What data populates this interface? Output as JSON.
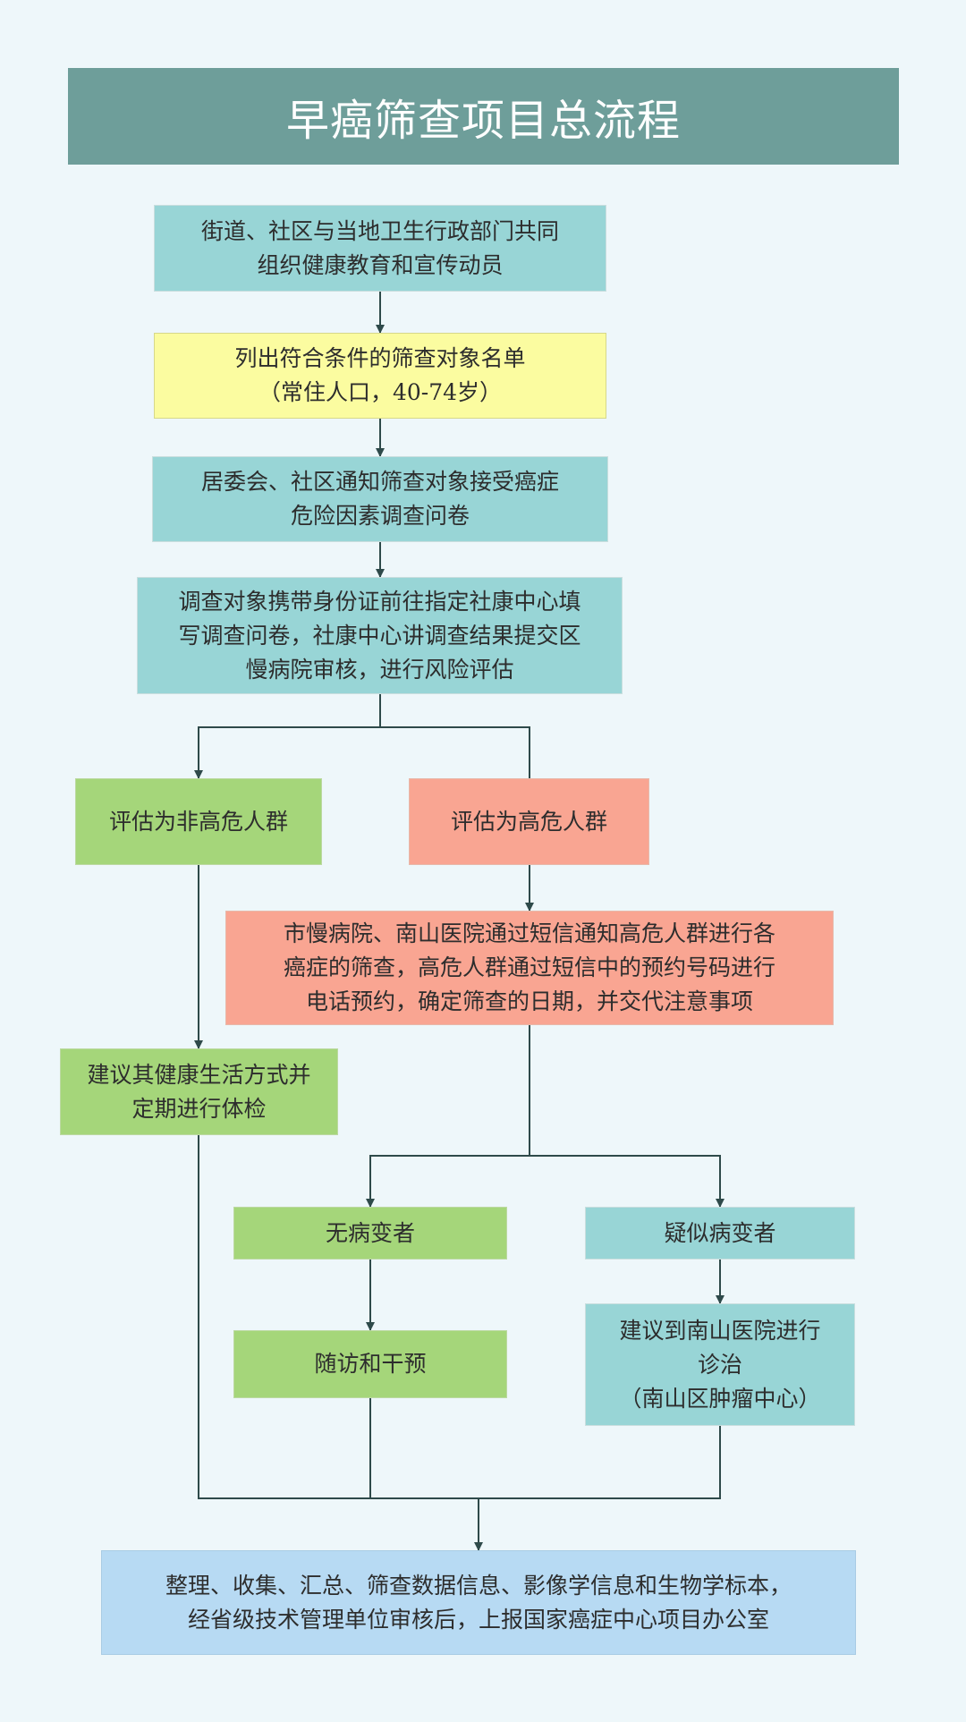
{
  "title": "早癌筛查项目总流程",
  "colors": {
    "background": "#eef7fa",
    "title_bar": "#6e9e9a",
    "teal": "#98d5d6",
    "yellow": "#fbfca0",
    "green": "#a5d67a",
    "salmon": "#f9a592",
    "blue": "#b7daf3",
    "connector": "#2e4a4a"
  },
  "nodes": {
    "step1": "街道、社区与当地卫生行政部门共同\n组织健康教育和宣传动员",
    "step2": "列出符合条件的筛查对象名单\n（常住人口，40-74岁）",
    "step3": "居委会、社区通知筛查对象接受癌症\n危险因素调查问卷",
    "step4": "调查对象携带身份证前往指定社康中心填\n写调查问卷，社康中心讲调查结果提交区\n慢病院审核，进行风险评估",
    "low_risk": "评估为非高危人群",
    "high_risk": "评估为高危人群",
    "high_risk_notice": "市慢病院、南山医院通过短信通知高危人群进行各\n癌症的筛查，高危人群通过短信中的预约号码进行\n电话预约，确定筛查的日期，并交代注意事项",
    "low_risk_advice": "建议其健康生活方式并\n定期进行体检",
    "no_lesion": "无病变者",
    "suspected_lesion": "疑似病变者",
    "follow_up": "随访和干预",
    "referral": "建议到南山医院进行\n诊治\n（南山区肿瘤中心）",
    "final": "整理、收集、汇总、筛查数据信息、影像学信息和生物学标本，\n经省级技术管理单位审核后，上报国家癌症中心项目办公室"
  }
}
